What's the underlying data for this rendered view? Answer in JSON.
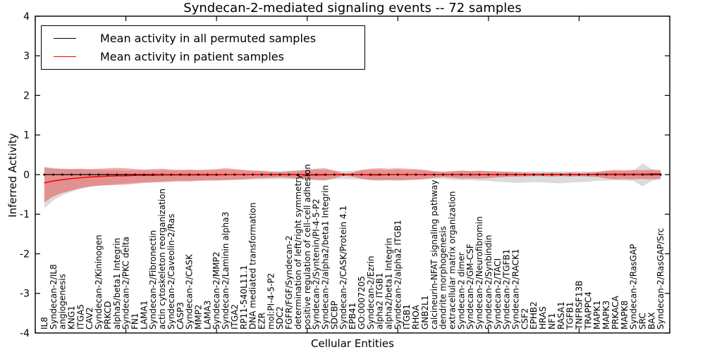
{
  "figure": {
    "title": "Syndecan-2-mediated signaling events -- 72 samples",
    "xlabel": "Cellular Entities",
    "ylabel": "Inferred Activity"
  },
  "legend": {
    "items": [
      {
        "label": "Mean activity in all permuted samples",
        "color": "#000000"
      },
      {
        "label": "Mean activity in patient samples",
        "color": "#ff0000"
      }
    ]
  },
  "chart_data": {
    "type": "line",
    "title": "Syndecan-2-mediated signaling events -- 72 samples",
    "xlabel": "Cellular Entities",
    "ylabel": "Inferred Activity",
    "ylim": [
      -4,
      4
    ],
    "yticks": [
      4,
      3,
      2,
      1,
      0,
      -1,
      -2,
      -3,
      -4
    ],
    "xlim": [
      0,
      70
    ],
    "xticks_numeric": [
      0,
      10,
      20,
      30,
      40,
      50,
      60,
      70
    ],
    "grid": false,
    "legend_position": "upper left",
    "categories": [
      "IL8",
      "Syndecan-2/IL8",
      "angiogenesis",
      "KNG1",
      "ITGA5",
      "CAV2",
      "Syndecan-2/Kininogen",
      "PRKCD",
      "alpha5/beta1 Integrin",
      "Syndecan-2/PKC delta",
      "FN1",
      "LAMA1",
      "Syndecan-2/Fibronectin",
      "actin cytoskeleton reorganization",
      "Syndecan-2/Caveolin-2/Ras",
      "CASP3",
      "Syndecan-2/CASK",
      "MMP2",
      "LAMA3",
      "Syndecan-2/MMP2",
      "Syndecan-2/Laminin alpha3",
      "ITGA2",
      "RP11-540L11.1",
      "DNA mediated transformation",
      "EZR",
      "mol:PI-4-5-P2",
      "SDC2",
      "FGFR/FGF/Syndecan-2",
      "determination of left/right symmetry",
      "positive regulation of cell-cell adhesion",
      "Syndecan-2/Syntenin/PI-4-5-P2",
      "Syndecan-2/alpha2/beta1 Integrin",
      "SDCBP",
      "Syndecan-2/CASK/Protein 4.1",
      "EPB41",
      "GO:0007205",
      "Syndecan-2/Ezrin",
      "alpha2 ITGB1",
      "alpha2/beta1 Integrin",
      "Syndecan-2/alpha2 ITGB1",
      "ITGB1",
      "RHOA",
      "GNB2L1",
      "calcineurin-NFAT signaling pathway",
      "dendrite morphogenesis",
      "extracellular matrix organization",
      "Syndecan-2 dimer",
      "Syndecan-2/GM-CSF",
      "Syndecan-2/Neurofibromin",
      "Syndecan-2/Synbindin",
      "Syndecan-2/TACI",
      "Syndecan-2/TGFB1",
      "Syndecan-2/RACK1",
      "CSF2",
      "EPHB2",
      "HRAS",
      "NF1",
      "RASA1",
      "TGFB1",
      "TNFRSF13B",
      "TRAPPC4",
      "MAPK1",
      "MAPK3",
      "PRKACA",
      "MAPK8",
      "Syndecan-2/RasGAP",
      "SRC",
      "BAX",
      "Syndecan-2/RasGAP/Src"
    ],
    "series": [
      {
        "name": "Mean activity in all permuted samples",
        "color": "#000000",
        "marker": true,
        "values": [
          0,
          0,
          0,
          0,
          0,
          0,
          0,
          0,
          0,
          0,
          0,
          0,
          0,
          0,
          0,
          0,
          0,
          0,
          0,
          0,
          0,
          0,
          0,
          0,
          0,
          0,
          0,
          0,
          0,
          0,
          0,
          0,
          0,
          0,
          0,
          0,
          0,
          0,
          0,
          0,
          0,
          0,
          0,
          0,
          0,
          0,
          0,
          0,
          0,
          0,
          0,
          0,
          0,
          0,
          0,
          0,
          0,
          0,
          0,
          0,
          0,
          0,
          0,
          0,
          0,
          0,
          0,
          0,
          0
        ]
      },
      {
        "name": "Mean activity in patient samples",
        "color": "#ff0000",
        "marker": false,
        "values": [
          -0.21,
          -0.16,
          -0.13,
          -0.1,
          -0.08,
          -0.06,
          -0.05,
          -0.04,
          -0.03,
          -0.03,
          -0.02,
          -0.02,
          -0.02,
          -0.01,
          -0.01,
          -0.01,
          -0.01,
          -0.01,
          -0.01,
          -0.01,
          0,
          0,
          0,
          0,
          0,
          0,
          0,
          0,
          0,
          -0.01,
          -0.01,
          -0.01,
          0,
          0,
          0,
          0,
          -0.01,
          -0.01,
          0,
          0,
          0,
          0,
          0,
          0,
          0,
          0,
          0,
          0,
          0,
          0,
          0,
          0,
          0,
          0,
          0,
          0,
          0,
          0,
          0,
          0,
          0,
          0.01,
          0.01,
          0.01,
          0.01,
          0.01,
          0.01,
          0.02,
          0.02
        ]
      }
    ],
    "bands": [
      {
        "name": "permuted-std-band",
        "color": "#888888",
        "opacity": 0.3,
        "upper": [
          0.2,
          0.17,
          0.15,
          0.14,
          0.13,
          0.12,
          0.12,
          0.11,
          0.11,
          0.1,
          0.1,
          0.11,
          0.1,
          0.11,
          0.1,
          0.1,
          0.11,
          0.1,
          0.1,
          0.11,
          0.12,
          0.11,
          0.1,
          0.1,
          0.1,
          0.09,
          0.09,
          0.1,
          0.1,
          0.11,
          0.12,
          0.12,
          0.1,
          0.09,
          0.1,
          0.11,
          0.12,
          0.12,
          0.11,
          0.12,
          0.11,
          0.11,
          0.1,
          0.09,
          0.09,
          0.09,
          0.1,
          0.09,
          0.09,
          0.08,
          0.08,
          0.08,
          0.08,
          0.08,
          0.08,
          0.08,
          0.08,
          0.08,
          0.08,
          0.08,
          0.08,
          0.08,
          0.09,
          0.09,
          0.09,
          0.1,
          0.28,
          0.14,
          0.12
        ],
        "lower": [
          -0.85,
          -0.65,
          -0.52,
          -0.43,
          -0.36,
          -0.31,
          -0.28,
          -0.26,
          -0.24,
          -0.22,
          -0.2,
          -0.19,
          -0.18,
          -0.17,
          -0.16,
          -0.15,
          -0.15,
          -0.14,
          -0.14,
          -0.14,
          -0.14,
          -0.13,
          -0.13,
          -0.12,
          -0.12,
          -0.12,
          -0.11,
          -0.12,
          -0.12,
          -0.13,
          -0.13,
          -0.13,
          -0.12,
          -0.11,
          -0.12,
          -0.12,
          -0.13,
          -0.13,
          -0.13,
          -0.13,
          -0.13,
          -0.12,
          -0.12,
          -0.11,
          -0.11,
          -0.13,
          -0.14,
          -0.14,
          -0.15,
          -0.16,
          -0.18,
          -0.19,
          -0.21,
          -0.2,
          -0.19,
          -0.2,
          -0.21,
          -0.22,
          -0.2,
          -0.19,
          -0.18,
          -0.16,
          -0.15,
          -0.14,
          -0.15,
          -0.16,
          -0.3,
          -0.16,
          -0.12
        ]
      },
      {
        "name": "patient-std-band",
        "color": "#ee2222",
        "opacity": 0.4,
        "upper": [
          0.18,
          0.15,
          0.14,
          0.14,
          0.15,
          0.14,
          0.15,
          0.16,
          0.17,
          0.16,
          0.14,
          0.13,
          0.14,
          0.15,
          0.13,
          0.12,
          0.13,
          0.12,
          0.13,
          0.14,
          0.16,
          0.14,
          0.12,
          0.1,
          0.09,
          0.07,
          0.06,
          0.08,
          0.1,
          0.13,
          0.15,
          0.16,
          0.1,
          0.03,
          0.05,
          0.12,
          0.15,
          0.16,
          0.15,
          0.16,
          0.15,
          0.14,
          0.12,
          0.08,
          0.06,
          0.08,
          0.1,
          0.09,
          0.1,
          0.09,
          0.08,
          0.07,
          0.06,
          0.05,
          0.04,
          0.04,
          0.05,
          0.04,
          0.05,
          0.04,
          0.05,
          0.06,
          0.1,
          0.12,
          0.11,
          0.12,
          0.11,
          0.12,
          0.1
        ],
        "lower": [
          -0.7,
          -0.55,
          -0.46,
          -0.4,
          -0.34,
          -0.3,
          -0.28,
          -0.27,
          -0.26,
          -0.25,
          -0.23,
          -0.21,
          -0.2,
          -0.19,
          -0.18,
          -0.17,
          -0.17,
          -0.16,
          -0.15,
          -0.15,
          -0.14,
          -0.13,
          -0.12,
          -0.1,
          -0.09,
          -0.08,
          -0.07,
          -0.08,
          -0.1,
          -0.12,
          -0.14,
          -0.15,
          -0.09,
          -0.03,
          -0.05,
          -0.11,
          -0.14,
          -0.15,
          -0.14,
          -0.15,
          -0.14,
          -0.13,
          -0.11,
          -0.08,
          -0.06,
          -0.08,
          -0.1,
          -0.09,
          -0.1,
          -0.09,
          -0.07,
          -0.06,
          -0.05,
          -0.05,
          -0.04,
          -0.04,
          -0.05,
          -0.04,
          -0.05,
          -0.04,
          -0.05,
          -0.06,
          -0.1,
          -0.12,
          -0.11,
          -0.12,
          -0.11,
          -0.12,
          -0.1
        ]
      }
    ]
  }
}
